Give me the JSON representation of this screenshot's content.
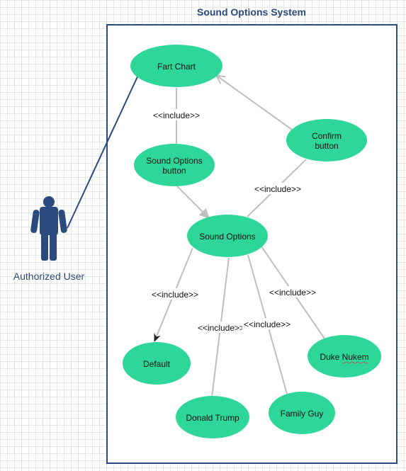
{
  "system": {
    "title": "Sound Options System"
  },
  "actor": {
    "label": "Authorized User"
  },
  "use_cases": {
    "fart_chart": "Fart Chart",
    "sound_options_button": [
      "Sound Options",
      "button"
    ],
    "confirm_button": [
      "Confirm",
      "button"
    ],
    "sound_options": "Sound Options",
    "default": "Default",
    "donald_trump": "Donald Trump",
    "family_guy": "Family Guy",
    "duke_nukem": "Duke Nukem"
  },
  "relations": {
    "include_label": "<<include>>"
  },
  "colors": {
    "use_case_fill": "#2ed69a",
    "actor": "#2b4a7e",
    "boundary": "#2b4a7e",
    "connector": "#bfbfbf"
  }
}
